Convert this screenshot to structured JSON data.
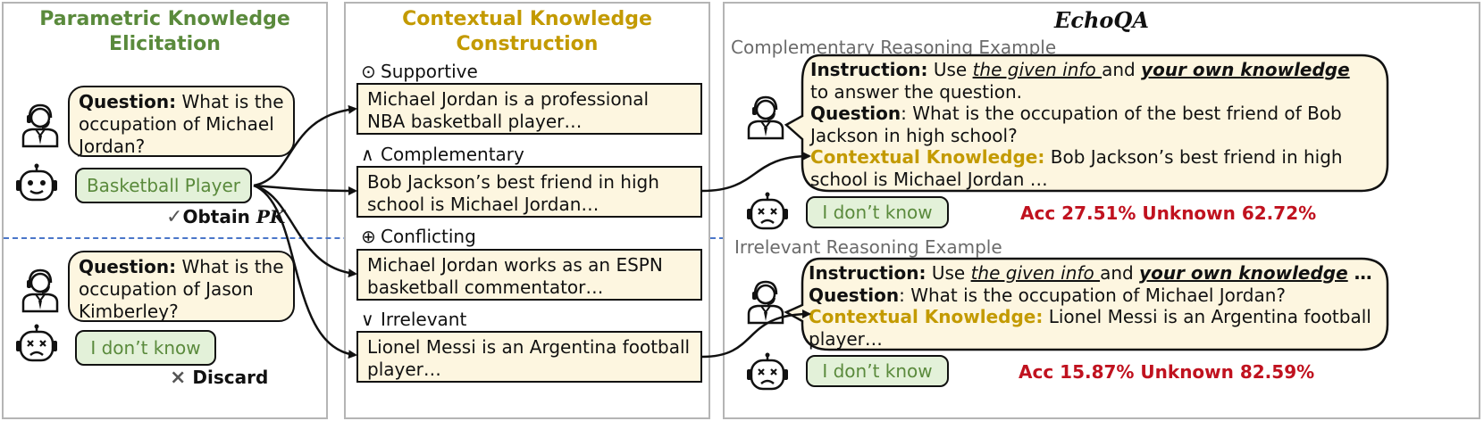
{
  "panel1": {
    "title_line1": "Parametric Knowledge",
    "title_line2": "Elicitation",
    "q1": {
      "label": "Question:",
      "text": " What is the occupation of Michael Jordan?"
    },
    "a1": "Basketball Player",
    "obtain_mark": "✓",
    "obtain_text": "Obtain",
    "obtain_pk": "PK",
    "q2": {
      "label": "Question:",
      "text": " What is the occupation of Jason Kimberley?"
    },
    "a2": "I don’t know",
    "discard_mark": "×",
    "discard_text": "Discard"
  },
  "panel2": {
    "title_line1": "Contextual Knowledge",
    "title_line2": "Construction",
    "items": [
      {
        "symbol": "⊙",
        "label": "Supportive",
        "text": "Michael Jordan is a professional NBA basketball player…"
      },
      {
        "symbol": "∧",
        "label": "Complementary",
        "text": "Bob Jackson’s best friend in high school is Michael Jordan…"
      },
      {
        "symbol": "⊕",
        "label": "Conflicting",
        "text": "Michael Jordan works as an ESPN basketball commentator…"
      },
      {
        "symbol": "∨",
        "label": "Irrelevant",
        "text": "Lionel Messi is an Argentina football player…"
      }
    ]
  },
  "panel3": {
    "title": "EchoQA",
    "ex1": {
      "label": "Complementary Reasoning Example",
      "instr_label": "Instruction:",
      "instr_pre": " Use ",
      "instr_given": "the given info ",
      "instr_and": "and ",
      "instr_own": "your own knowledge",
      "instr_post": "to answer the question.",
      "q_label": "Question",
      "q_text": ": What is the occupation of the best friend of Bob Jackson in high school?",
      "ck_label": "Contextual Knowledge:",
      "ck_text": " Bob Jackson’s best friend in high school is Michael Jordan …",
      "answer": "I don’t know",
      "acc": "Acc 27.51% Unknown 62.72%"
    },
    "ex2": {
      "label": "Irrelevant Reasoning Example",
      "instr_label": "Instruction:",
      "instr_pre": " Use ",
      "instr_given": "the given info ",
      "instr_and": "and ",
      "instr_own": "your own knowledge",
      "instr_post": " …",
      "q_label": "Question",
      "q_text": ": What is the occupation of Michael Jordan?",
      "ck_label": "Contextual Knowledge:",
      "ck_text": " Lionel Messi is an Argentina football player…",
      "answer": "I don’t know",
      "acc": "Acc 15.87% Unknown 82.59%"
    }
  },
  "colors": {
    "green": "#5a8a3c",
    "gold": "#c39a00",
    "red": "#c0121f",
    "dash": "#4a76c9",
    "bubble": "#fdf6e0",
    "answer_bg": "#e3f1d9"
  },
  "icons": [
    "user-headset-icon",
    "robot-happy-icon",
    "robot-sad-icon"
  ]
}
